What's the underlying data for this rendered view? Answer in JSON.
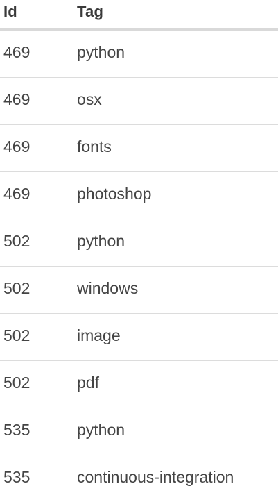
{
  "table": {
    "columns": {
      "id": "Id",
      "tag": "Tag"
    },
    "rows": [
      {
        "id": "469",
        "tag": "python"
      },
      {
        "id": "469",
        "tag": "osx"
      },
      {
        "id": "469",
        "tag": "fonts"
      },
      {
        "id": "469",
        "tag": "photoshop"
      },
      {
        "id": "502",
        "tag": "python"
      },
      {
        "id": "502",
        "tag": "windows"
      },
      {
        "id": "502",
        "tag": "image"
      },
      {
        "id": "502",
        "tag": "pdf"
      },
      {
        "id": "535",
        "tag": "python"
      },
      {
        "id": "535",
        "tag": "continuous-integration"
      }
    ]
  }
}
